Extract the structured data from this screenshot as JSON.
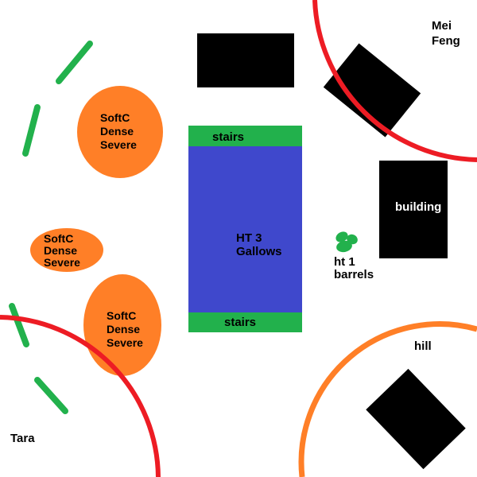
{
  "colors": {
    "orange": "#FF7F27",
    "green": "#22B14C",
    "blue": "#3F48CC",
    "red": "#ED1C24",
    "black": "#000000",
    "white": "#FFFFFF",
    "background": "#FFFFFF",
    "text": "#000000"
  },
  "labels": {
    "soft_cover": "SoftC\nDense\nSevere",
    "gallows": "HT 3\nGallows",
    "stairs_top": "stairs",
    "stairs_bottom": "stairs",
    "building": "building",
    "barrels": "ht 1\nbarrels",
    "hill": "hill",
    "player_top_right": "Mei\nFeng",
    "player_bottom_left": "Tara"
  }
}
